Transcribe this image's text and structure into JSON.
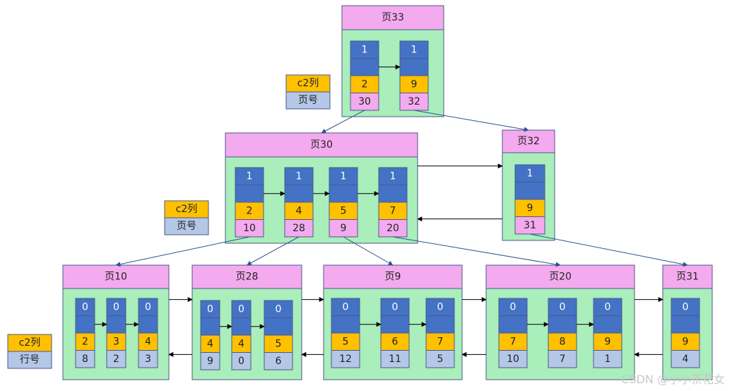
{
  "legends": [
    {
      "key": "c2列",
      "val": "页号"
    },
    {
      "key": "c2列",
      "val": "页号"
    },
    {
      "key": "c2列",
      "val": "行号"
    }
  ],
  "pages": [
    {
      "id": "p33",
      "title": "页33",
      "records": [
        {
          "top": "1",
          "c2": "2",
          "ptr": "30"
        },
        {
          "top": "1",
          "c2": "9",
          "ptr": "32"
        }
      ]
    },
    {
      "id": "p30",
      "title": "页30",
      "records": [
        {
          "top": "1",
          "c2": "2",
          "ptr": "10"
        },
        {
          "top": "1",
          "c2": "4",
          "ptr": "28"
        },
        {
          "top": "1",
          "c2": "5",
          "ptr": "9"
        },
        {
          "top": "1",
          "c2": "7",
          "ptr": "20"
        }
      ]
    },
    {
      "id": "p32",
      "title": "页32",
      "records": [
        {
          "top": "1",
          "c2": "9",
          "ptr": "31"
        }
      ]
    },
    {
      "id": "p10",
      "title": "页10",
      "records": [
        {
          "top": "0",
          "c2": "2",
          "ptr": "8"
        },
        {
          "top": "0",
          "c2": "3",
          "ptr": "2"
        },
        {
          "top": "0",
          "c2": "4",
          "ptr": "3"
        }
      ]
    },
    {
      "id": "p28",
      "title": "页28",
      "records": [
        {
          "top": "0",
          "c2": "4",
          "ptr": "9"
        },
        {
          "top": "0",
          "c2": "4",
          "ptr": "0"
        },
        {
          "top": "0",
          "c2": "5",
          "ptr": "6"
        }
      ]
    },
    {
      "id": "p9",
      "title": "页9",
      "records": [
        {
          "top": "0",
          "c2": "5",
          "ptr": "12"
        },
        {
          "top": "0",
          "c2": "6",
          "ptr": "11"
        },
        {
          "top": "0",
          "c2": "7",
          "ptr": "5"
        }
      ]
    },
    {
      "id": "p20",
      "title": "页20",
      "records": [
        {
          "top": "0",
          "c2": "7",
          "ptr": "10"
        },
        {
          "top": "0",
          "c2": "8",
          "ptr": "7"
        },
        {
          "top": "0",
          "c2": "9",
          "ptr": "1"
        }
      ]
    },
    {
      "id": "p31",
      "title": "页31",
      "records": [
        {
          "top": "0",
          "c2": "9",
          "ptr": "4"
        }
      ]
    }
  ],
  "watermark": "CSDN @小小茶花女",
  "colors": {
    "title_fill": "#f4aaee",
    "body_fill": "#aaeebb",
    "border": "#4a5a8a",
    "top_cell": "#4472c4",
    "c2_cell": "#ffc000",
    "ptr_cell": "#f4aaee",
    "row_cell": "#b4c7e7",
    "link": "#2f528f",
    "arrow": "#000000"
  }
}
